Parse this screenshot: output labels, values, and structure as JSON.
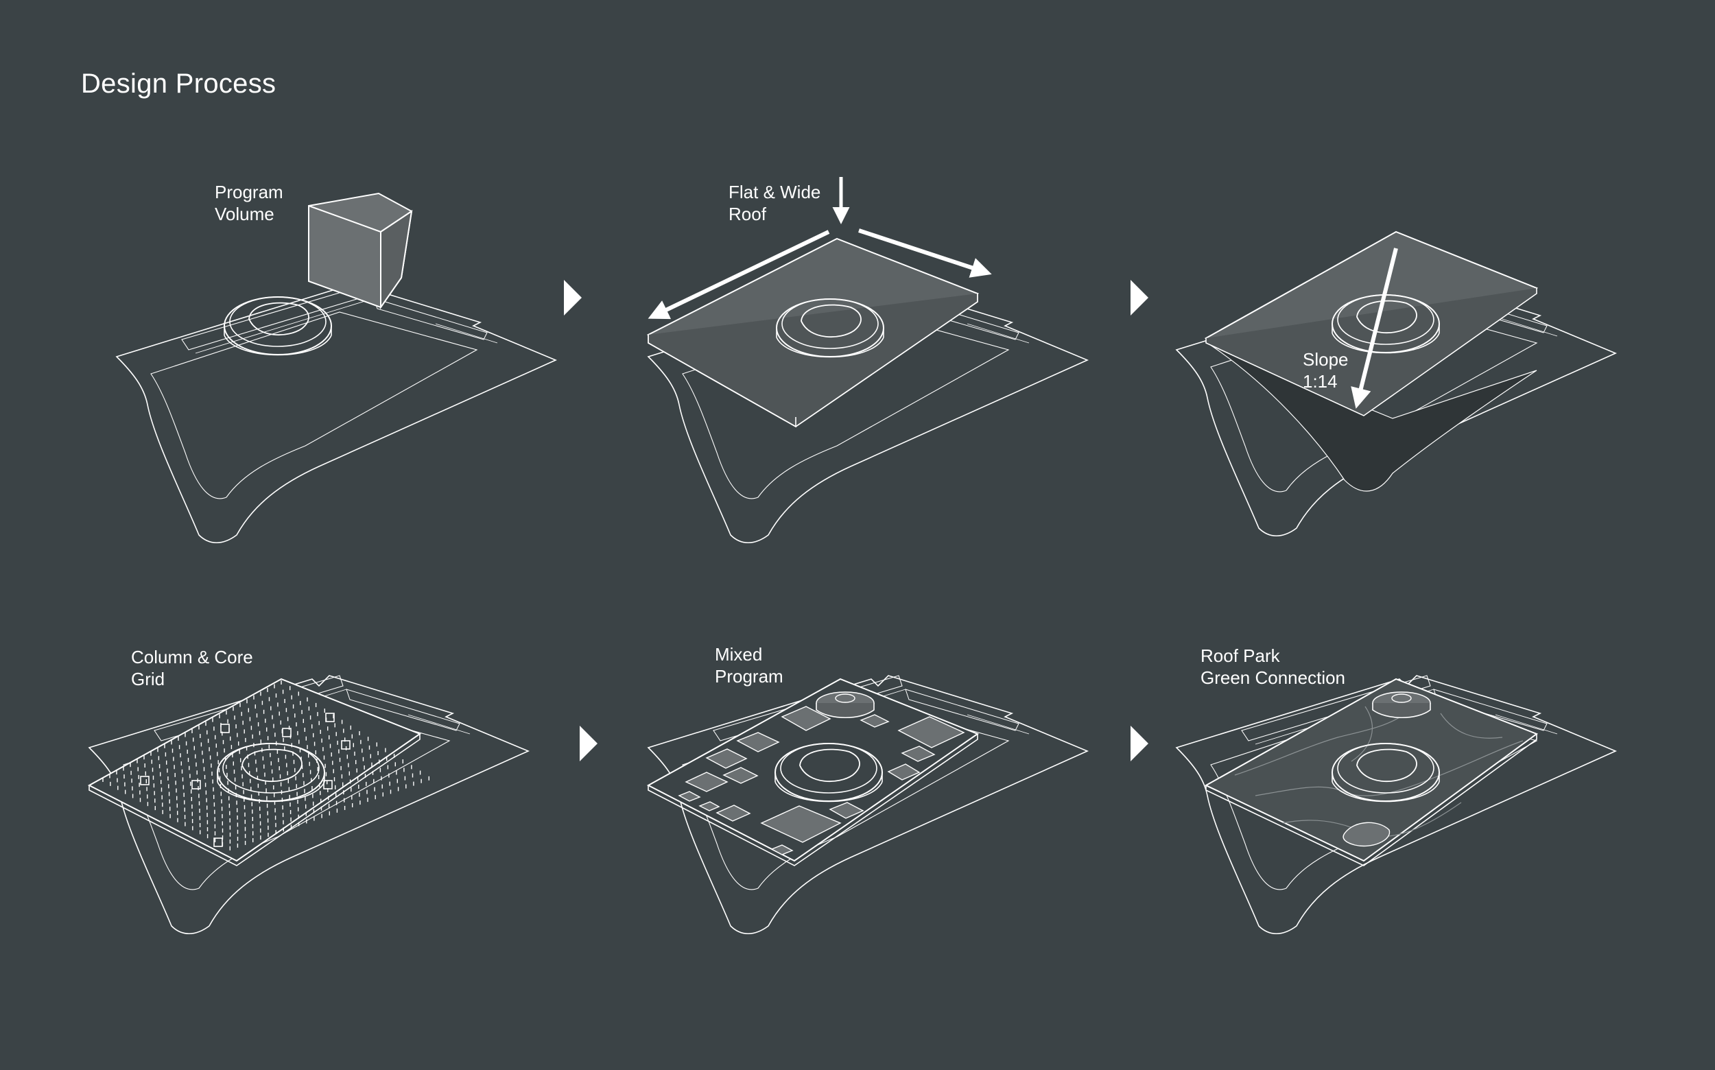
{
  "title": "Design Process",
  "steps": [
    {
      "line1": "Program",
      "line2": "Volume"
    },
    {
      "line1": "Flat & Wide",
      "line2": "Roof"
    },
    {
      "line1": "Slope",
      "line2": "1:14"
    },
    {
      "line1": "Column & Core",
      "line2": "Grid"
    },
    {
      "line1": "Mixed",
      "line2": "Program"
    },
    {
      "line1": "Roof Park",
      "line2": "Green Connection"
    }
  ],
  "colors": {
    "background": "#3b4346",
    "line": "#ffffff",
    "roof_fill": "#5d6365",
    "volume_fill": "#6b7072"
  },
  "icons": {
    "step_arrow": "play-triangle-icon",
    "direction_arrow": "arrow-icon"
  }
}
